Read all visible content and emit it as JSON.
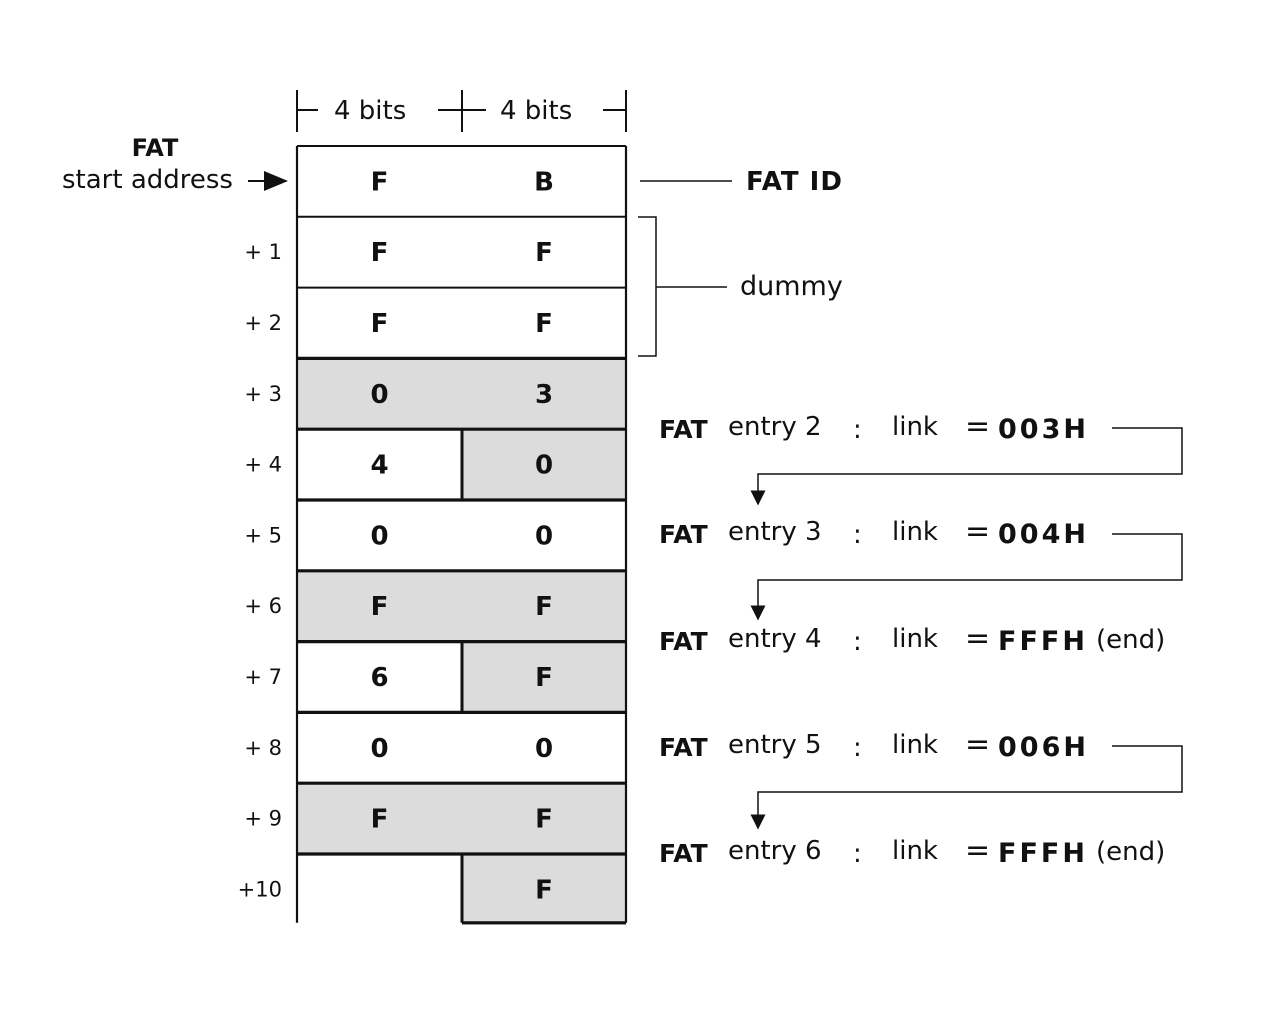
{
  "header": {
    "bits_left": "4 bits",
    "bits_right": "4 bits"
  },
  "start_label": {
    "line1": "FAT",
    "line2": "start address"
  },
  "annotations": {
    "fat_id": "FAT ID",
    "dummy": "dummy"
  },
  "rows": [
    {
      "label": "",
      "left": "F",
      "right": "B",
      "shade": "none"
    },
    {
      "label": "+ 1",
      "left": "F",
      "right": "F",
      "shade": "none"
    },
    {
      "label": "+ 2",
      "left": "F",
      "right": "F",
      "shade": "none"
    },
    {
      "label": "+ 3",
      "left": "0",
      "right": "3",
      "shade": "full"
    },
    {
      "label": "+ 4",
      "left": "4",
      "right": "0",
      "shade": "right"
    },
    {
      "label": "+ 5",
      "left": "0",
      "right": "0",
      "shade": "none"
    },
    {
      "label": "+ 6",
      "left": "F",
      "right": "F",
      "shade": "full"
    },
    {
      "label": "+ 7",
      "left": "6",
      "right": "F",
      "shade": "right"
    },
    {
      "label": "+ 8",
      "left": "0",
      "right": "0",
      "shade": "none"
    },
    {
      "label": "+ 9",
      "left": "F",
      "right": "F",
      "shade": "full"
    },
    {
      "label": "+10",
      "left": "",
      "right": "F",
      "shade": "right"
    }
  ],
  "entries": [
    {
      "fat": "FAT",
      "entry": "entry 2",
      "colon": ":",
      "link": "link",
      "eq": "=",
      "value": "003H",
      "suffix": ""
    },
    {
      "fat": "FAT",
      "entry": "entry 3",
      "colon": ":",
      "link": "link",
      "eq": "=",
      "value": "004H",
      "suffix": ""
    },
    {
      "fat": "FAT",
      "entry": "entry 4",
      "colon": ":",
      "link": "link",
      "eq": "=",
      "value": "FFFH",
      "suffix": "(end)"
    },
    {
      "fat": "FAT",
      "entry": "entry 5",
      "colon": ":",
      "link": "link",
      "eq": "=",
      "value": "006H",
      "suffix": ""
    },
    {
      "fat": "FAT",
      "entry": "entry 6",
      "colon": ":",
      "link": "link",
      "eq": "=",
      "value": "FFFH",
      "suffix": "(end)"
    }
  ],
  "colors": {
    "ink": "#111111",
    "shade": "#dcdcdc",
    "background": "#ffffff"
  }
}
